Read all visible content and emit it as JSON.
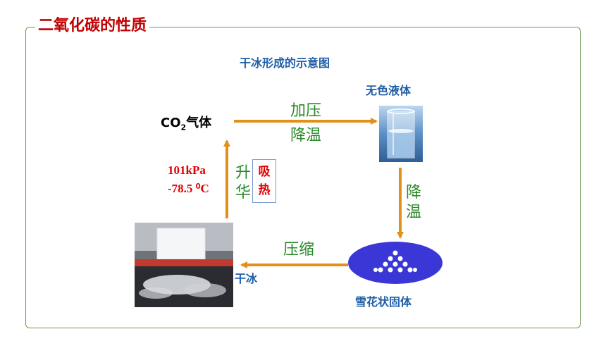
{
  "title": "二氧化碳的性质",
  "subtitle": "干冰形成的示意图",
  "nodes": {
    "gas_main": "CO",
    "gas_sub": "2",
    "gas_suffix": "气体",
    "liquid": "无色液体",
    "solid": "雪花状固体",
    "dry_ice": "干冰"
  },
  "edges": {
    "gas_to_liquid_1": "加压",
    "gas_to_liquid_2": "降温",
    "liquid_to_solid": "降温",
    "solid_to_dryice": "压缩",
    "dryice_to_gas": "升华",
    "absorb_heat": "吸热"
  },
  "conditions": {
    "pressure": "101kPa",
    "temperature": "-78.5 ⁰C"
  },
  "colors": {
    "arrow": "#e2901a",
    "frame": "#6a9a4a",
    "title": "#c00000",
    "label_blue": "#1f5fa8",
    "label_green": "#2a8a2a",
    "label_red": "#e00000"
  }
}
